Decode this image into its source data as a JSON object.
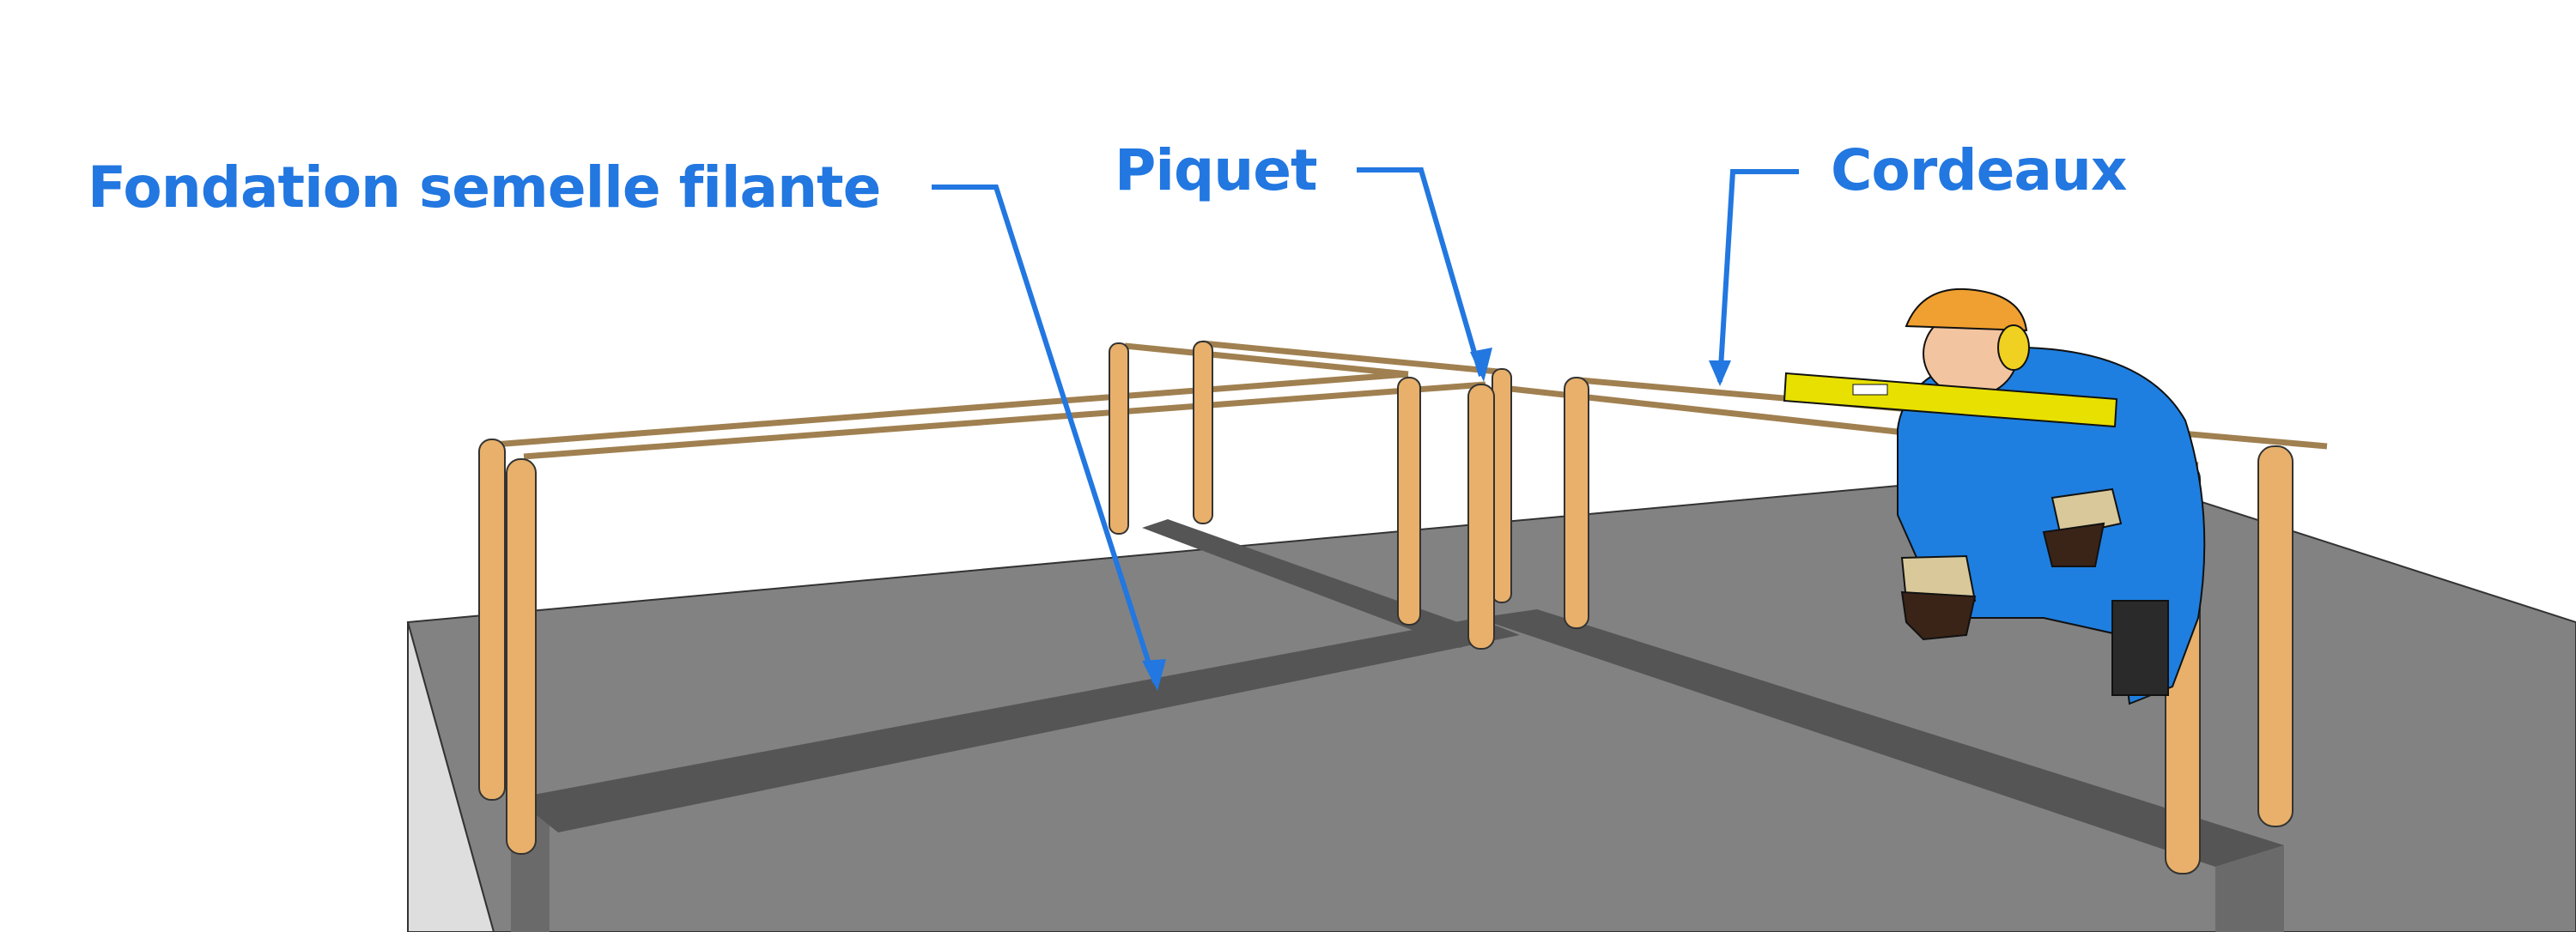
{
  "labels": {
    "foundation": "Fondation semelle filante",
    "stake": "Piquet",
    "strings": "Cordeaux"
  },
  "colors": {
    "label_blue": "#2277e0",
    "ground": "#808080",
    "trench": "#555555",
    "wood": "#e8b06a",
    "rope": "#a08050",
    "suit": "#1e7fe0",
    "helmet": "#f0a030",
    "level": "#e8e000"
  }
}
